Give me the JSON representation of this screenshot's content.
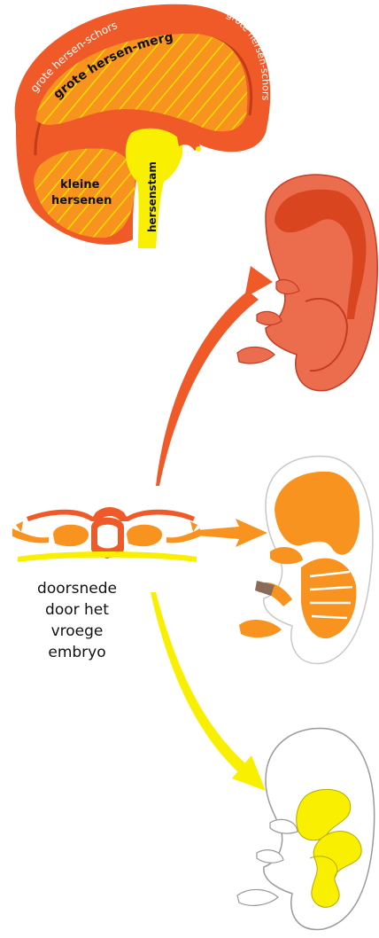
{
  "brain": {
    "cortex_label_top": "grote hersen-schors",
    "cortex_label_right": "grote hersen-schors",
    "medulla_label": "grote hersen-merg",
    "cerebellum_line1": "kleine",
    "cerebellum_line2": "hersenen",
    "brainstem_label": "hersenstam"
  },
  "caption": {
    "line1": "doorsnede",
    "line2": "door het",
    "line3": "vroege",
    "line4": "embryo"
  },
  "colors": {
    "red": "#f05a28",
    "orange": "#f7931e",
    "yellow": "#f8f000",
    "skin_red": "#ec6c4e",
    "outline": "#c43c22"
  }
}
